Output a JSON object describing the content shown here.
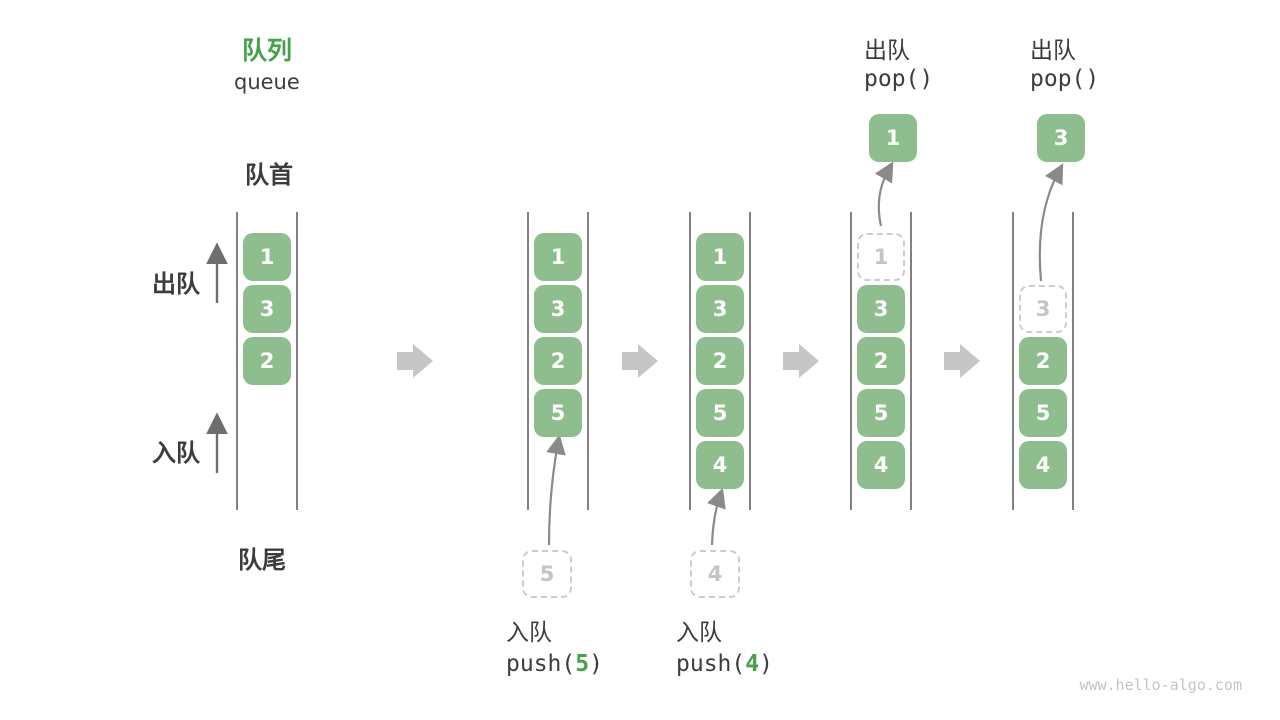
{
  "title": {
    "zh": "队列",
    "en": "queue"
  },
  "labels": {
    "front": "队首",
    "rear": "队尾",
    "dequeue": "出队",
    "enqueue": "入队"
  },
  "watermark": "www.hello-algo.com",
  "colors": {
    "box_green": "#8ebe8d",
    "accent_green": "#44a249",
    "text_dark": "#3c3c3c",
    "muted_gray": "#c4c4c4",
    "dash_gray": "#cccccc",
    "line_dark": "#4c4c4c",
    "thin_arrow_gray": "#6e6e6e",
    "curve_arrow_gray": "#8a8a8a",
    "block_arrow_gray": "#c6c6c6"
  },
  "columns": [
    {
      "cells": [
        {
          "row": 0,
          "value": "1"
        },
        {
          "row": 1,
          "value": "3"
        },
        {
          "row": 2,
          "value": "2"
        }
      ]
    },
    {
      "cells": [
        {
          "row": 0,
          "value": "1"
        },
        {
          "row": 1,
          "value": "3"
        },
        {
          "row": 2,
          "value": "2"
        },
        {
          "row": 3,
          "value": "5"
        }
      ],
      "pending": {
        "value": "5"
      },
      "bottom_action": {
        "label": "入队",
        "code_before": "push(",
        "arg": "5",
        "code_after": ")"
      }
    },
    {
      "cells": [
        {
          "row": 0,
          "value": "1"
        },
        {
          "row": 1,
          "value": "3"
        },
        {
          "row": 2,
          "value": "2"
        },
        {
          "row": 3,
          "value": "5"
        },
        {
          "row": 4,
          "value": "4"
        }
      ],
      "pending": {
        "value": "4"
      },
      "bottom_action": {
        "label": "入队",
        "code_before": "push(",
        "arg": "4",
        "code_after": ")"
      }
    },
    {
      "cells": [
        {
          "row": 0,
          "value": "1",
          "dashed": true
        },
        {
          "row": 1,
          "value": "3"
        },
        {
          "row": 2,
          "value": "2"
        },
        {
          "row": 3,
          "value": "5"
        },
        {
          "row": 4,
          "value": "4"
        }
      ],
      "popped": {
        "value": "1"
      },
      "top_action": {
        "label": "出队",
        "code": "pop()"
      }
    },
    {
      "cells": [
        {
          "row": 1,
          "value": "3",
          "dashed": true
        },
        {
          "row": 2,
          "value": "2"
        },
        {
          "row": 3,
          "value": "5"
        },
        {
          "row": 4,
          "value": "4"
        }
      ],
      "popped": {
        "value": "3"
      },
      "top_action": {
        "label": "出队",
        "code": "pop()"
      }
    }
  ]
}
